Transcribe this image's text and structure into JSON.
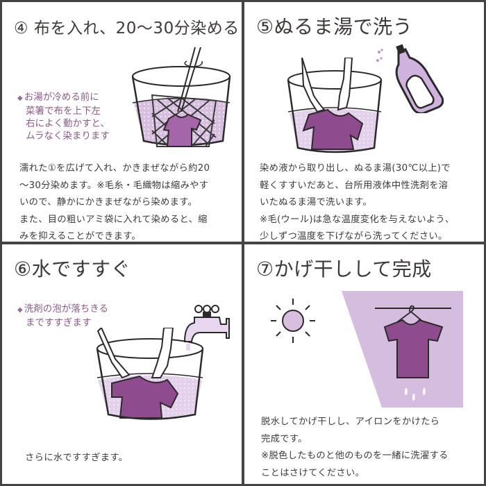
{
  "colors": {
    "border": "#444444",
    "text": "#3e3a39",
    "note_text": "#8a5a8a",
    "dye_purple": "#8e4c8e",
    "light_lilac": "#d8bfe0",
    "background": "#ffffff"
  },
  "panels": [
    {
      "step": "④",
      "title": "布を入れ、20～30分染める",
      "note_lines": [
        "お湯が冷める前に",
        "菜箸で布を上下左",
        "右によく動かすと、",
        "ムラなく染まります"
      ],
      "body_lines": [
        "濡れた①を広げて入れ、かきまぜながら約20",
        "～30分染めます。※毛糸・毛織物は縮みやす",
        "いので、静かにかきまぜながら染めます。",
        "また、目の粗いアミ袋に入れて染めると、縮",
        "みを抑えることができます。"
      ],
      "illustration": "bucket-with-net-bag-and-chopsticks"
    },
    {
      "step": "⑤",
      "title": "ぬるま湯で洗う",
      "body_lines": [
        "染め液から取り出し、ぬるま湯(30℃以上)で",
        "軽くすすいだあと、台所用液体中性洗剤を溶",
        "いたぬるま湯で洗います。",
        "※毛(ウール)は急な温度変化を与えないよう、",
        "少しずつ温度を下げながら洗ってください。"
      ],
      "illustration": "hands-washing-shirt-in-bucket-with-detergent-bottle"
    },
    {
      "step": "⑥",
      "title": "水ですすぐ",
      "note_lines": [
        "洗剤の泡が落ちきる",
        "まですすぎます"
      ],
      "body_lines": [
        "さらに水ですすぎます。"
      ],
      "illustration": "hands-rinsing-shirt-under-faucet"
    },
    {
      "step": "⑦",
      "title": "かげ干しして完成",
      "body_lines": [
        "脱水してかげ干しし、アイロンをかけたら",
        "完成です。",
        "※脱色したものと他のものを一緒に洗濯する",
        "ことはさけてください。"
      ],
      "illustration": "shirt-drying-on-hanger-in-shade-with-sun"
    }
  ]
}
